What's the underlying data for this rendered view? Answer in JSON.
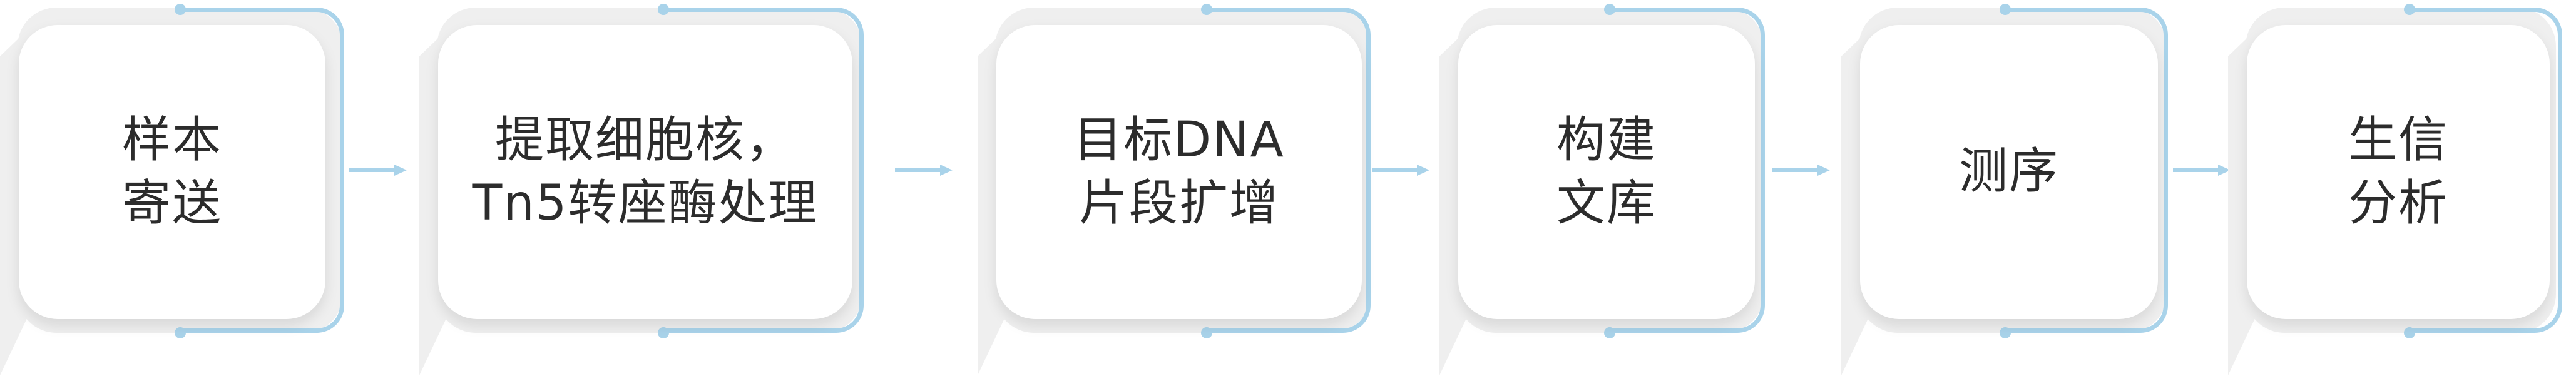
{
  "colors": {
    "accent": "#a9d3ea",
    "card_background": "#ffffff",
    "card_shadow": "#efefef",
    "text": "#2c2c2c"
  },
  "steps": [
    {
      "lines": [
        "样本",
        "寄送"
      ]
    },
    {
      "lines": [
        "提取细胞核，",
        "Tn5转座酶处理"
      ]
    },
    {
      "lines": [
        "目标DNA",
        "片段扩增"
      ]
    },
    {
      "lines": [
        "构建",
        "文库"
      ]
    },
    {
      "lines": [
        "测序"
      ]
    },
    {
      "lines": [
        "生信",
        "分析"
      ]
    }
  ]
}
